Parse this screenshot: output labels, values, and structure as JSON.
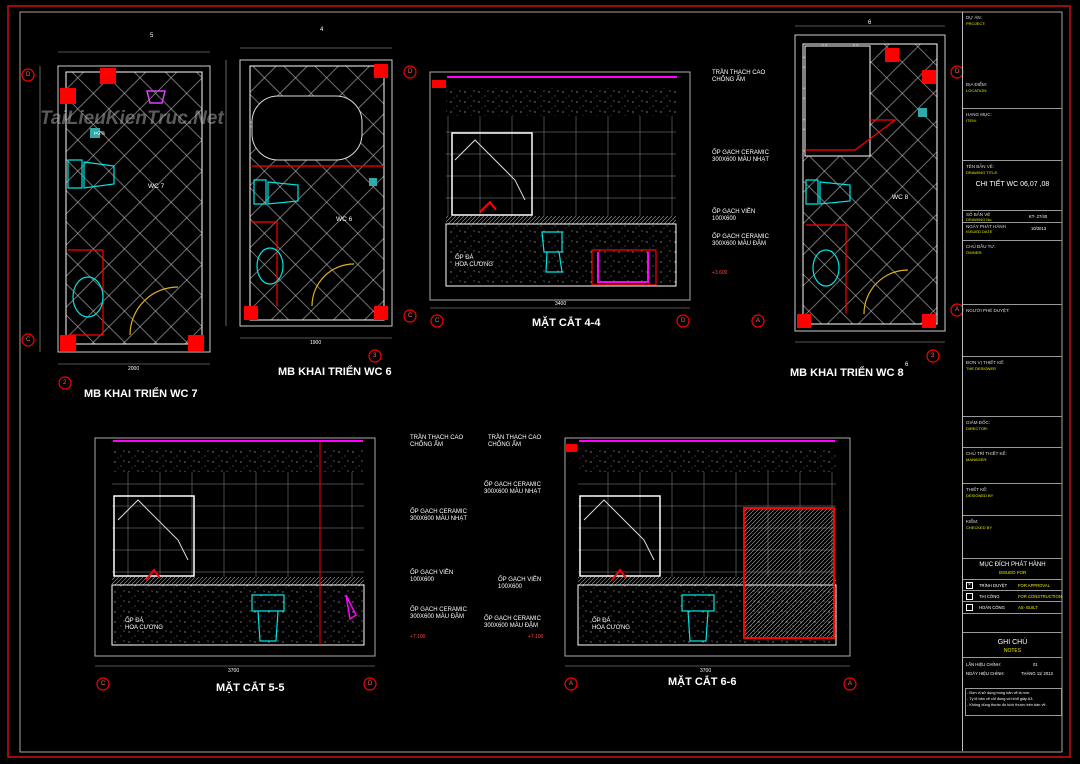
{
  "drawings": {
    "wc7": {
      "title": "MB KHAI TRIỂN WC 7",
      "room": "WC 7",
      "slope": "i=2%"
    },
    "wc6": {
      "title": "MB KHAI TRIỂN WC 6",
      "room": "WC 6"
    },
    "wc8": {
      "title": "MB KHAI TRIỂN WC 8",
      "room": "WC 8"
    },
    "s44": {
      "title": "MẶT CẮT 4-4",
      "level": "+3.600"
    },
    "s55": {
      "title": "MẶT CẮT 5-5",
      "level": "+7.100"
    },
    "s66": {
      "title": "MẶT CẮT 6-6",
      "level": "+7.100"
    }
  },
  "annotations": {
    "ceiling_1": "TRẦN THẠCH CAO",
    "ceiling_2": "CHỐNG ẨM",
    "ceramic_light_1": "ỐP GẠCH CERAMIC",
    "ceramic_light_2": "300X600 MÀU NHẠT",
    "border_1": "ỐP GẠCH VIỀN",
    "border_2": "100X600",
    "ceramic_dark_1": "ỐP GẠCH CERAMIC",
    "ceramic_dark_2": "300X600 MÀU ĐẬM",
    "stone_1": "ỐP ĐÁ",
    "stone_2": "HOA CƯƠNG"
  },
  "axes": {
    "c": "C",
    "d": "D",
    "a": "A",
    "n2": "2",
    "n3": "3",
    "s4": "4",
    "s5": "5",
    "s6": "6"
  },
  "dims": {
    "wc7_total": "2000",
    "wc6_total": "1900",
    "s44_total": "3400",
    "s55_total": "3700",
    "s66_total": "3700"
  },
  "watermark": "TaiLieuKienTruc.Net",
  "title_block": {
    "project_label": "DỰ ÁN:",
    "project_sub": "PROJECT:",
    "location_label": "ĐỊA ĐIỂM:",
    "location_sub": "LOCATION:",
    "item_label": "HẠNG MỤC:",
    "item_sub": "ITEM:",
    "drawing_title_label": "TÊN BẢN VẼ:",
    "drawing_title_sub": "DRAWING TITLE:",
    "drawing_title": "CHI TIẾT WC 06,07 ,08",
    "drawing_no_label": "SỐ BẢN VẼ",
    "drawing_no_sub": "DRAWING No.",
    "drawing_no": "KT- 27/40",
    "issue_date_label": "NGÀY PHÁT HÀNH",
    "issue_date_sub": "ISSUED DATE",
    "issue_date": "10/2013",
    "owner_label": "CHỦ ĐẦU TƯ:",
    "owner_sub": "OWNER:",
    "approver_label": "NGƯỜI PHÊ DUYỆT:",
    "designer_org_label": "ĐƠN VỊ THIẾT KẾ:",
    "designer_org_sub": "THE DESIGNER",
    "director_label": "GIÁM ĐỐC:",
    "director_sub": "DIRECTOR:",
    "manager_label": "CHỦ TRÌ THIẾT KẾ:",
    "manager_sub": "MANAGER:",
    "designed_label": "THIẾT KẾ:",
    "designed_sub": "DESIGNED BY",
    "checked_label": "KIỂM:",
    "checked_sub": "CHECKED BY",
    "issued_title": "MỤC ĐÍCH PHÁT HÀNH",
    "issued_sub": "ISSUED FOR",
    "issued_options": [
      {
        "label": "TRÌNH DUYỆT",
        "value": "FOR APPROVAL",
        "checked": true
      },
      {
        "label": "THI CÔNG",
        "value": "FOR CONSTRUCTION",
        "checked": false
      },
      {
        "label": "HOÀN CÔNG",
        "value": "AS- BUILT",
        "checked": false
      }
    ],
    "notes_title": "GHI CHÚ",
    "notes_sub": "NOTES",
    "revision_label": "LẦN HIỆU CHỈNH:",
    "revision_value": "01",
    "revision_date_label": "NGÀY HIỆU CHỈNH:",
    "revision_date_value": "THÁNG 11/ 2013",
    "notes": [
      "- Đơn vị sử dụng trong bản vẽ là mm.",
      "- Tỷ lệ bản vẽ chỉ đúng với khổ giấy A3.",
      "- Không dùng thước đo kích thước trên bản vẽ."
    ]
  },
  "colors": {
    "wall": "#ff0000",
    "fixture": "#00e5e5",
    "ceiling": "#ff00ff",
    "door": "#e0b020",
    "sub": "#e8e800"
  }
}
